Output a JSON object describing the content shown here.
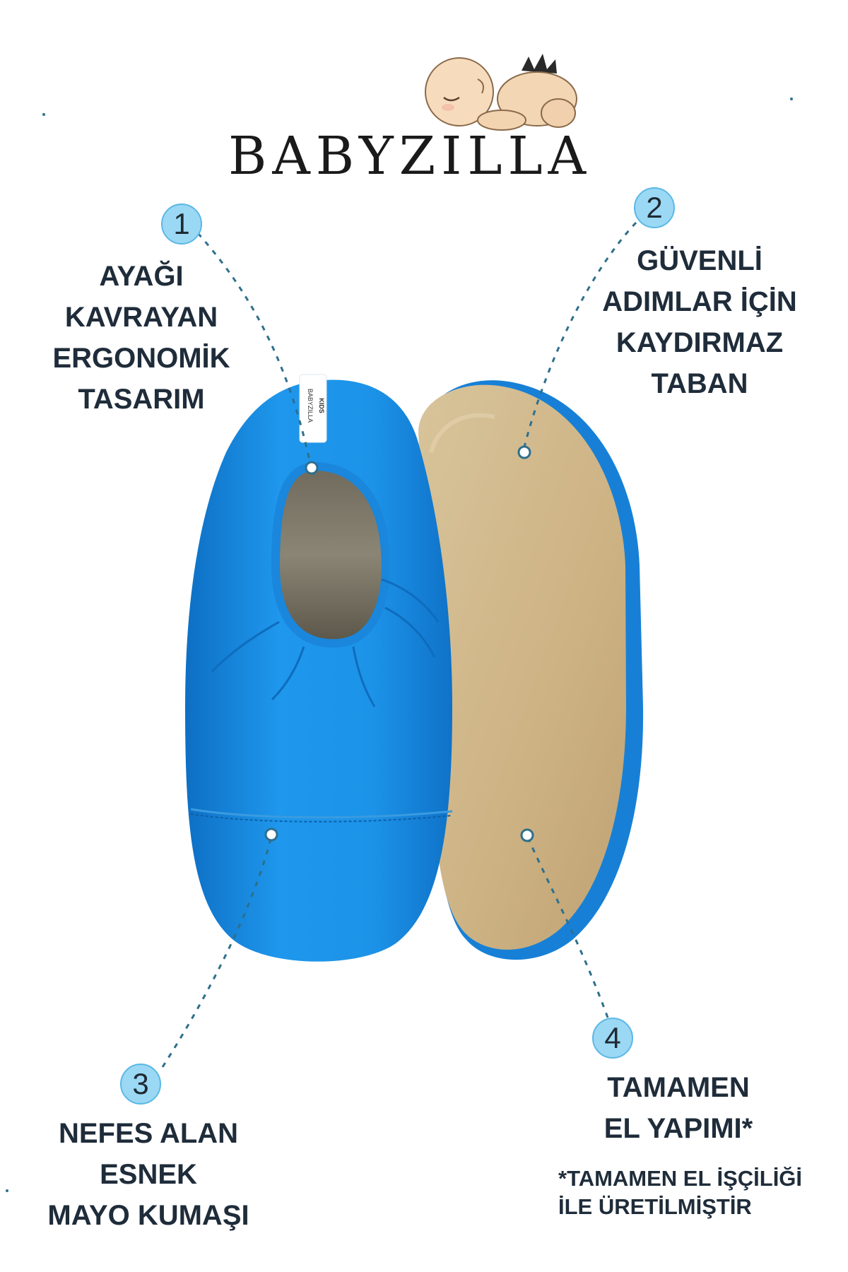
{
  "brand": {
    "name": "BABYZILLA",
    "shoe_tag_brand": "BABYZILLA",
    "shoe_tag_sub": "KIDS"
  },
  "features": [
    {
      "number": "1",
      "lines": [
        "AYAĞI",
        "KAVRAYAN",
        "ERGONOMİK",
        "TASARIM"
      ]
    },
    {
      "number": "2",
      "lines": [
        "GÜVENLİ",
        "ADIMLAR İÇİN",
        "KAYDIRMAZ",
        "TABAN"
      ]
    },
    {
      "number": "3",
      "lines": [
        "NEFES ALAN",
        "ESNEK",
        "MAYO KUMAŞI"
      ]
    },
    {
      "number": "4",
      "lines": [
        "TAMAMEN",
        "EL YAPIMI*"
      ]
    }
  ],
  "footnote": {
    "lines": [
      "*TAMAMEN EL İŞÇİLİĞİ",
      "İLE ÜRETİLMİŞTİR"
    ]
  },
  "colors": {
    "shoe_blue": "#1b8fe6",
    "sole_beige": "#cfb68a",
    "badge_fill": "#9bd8f4",
    "text_dark": "#1f2c3a",
    "leader_line": "#2e6f8c"
  },
  "icons": [
    "sleeping-baby-logo-icon"
  ]
}
